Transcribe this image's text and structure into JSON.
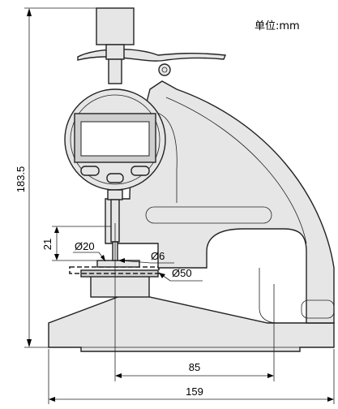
{
  "unit_label": "单位:mm",
  "dimensions": {
    "total_height": "183.5",
    "measure_depth": "21",
    "small_anvil_dia": "Ø20",
    "probe_dia": "Ø6",
    "large_anvil_dia": "Ø50",
    "throat_depth": "85",
    "base_length": "159"
  }
}
